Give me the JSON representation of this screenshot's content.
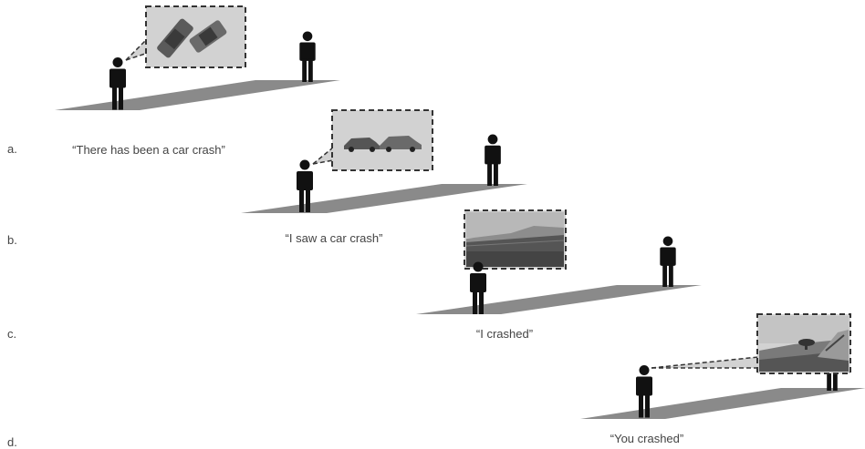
{
  "panels": [
    {
      "label": "a.",
      "caption": "“There has been a car crash”",
      "view": "top-down"
    },
    {
      "label": "b.",
      "caption": "“I saw a car crash”",
      "view": "side"
    },
    {
      "label": "c.",
      "caption": "“I crashed”",
      "view": "first-person"
    },
    {
      "label": "d.",
      "caption": "“You crashed”",
      "view": "overturned"
    }
  ],
  "colors": {
    "floor": "#8a8a8a",
    "figure": "#111111",
    "bubble": "#d2d2d2",
    "border": "#333333"
  }
}
